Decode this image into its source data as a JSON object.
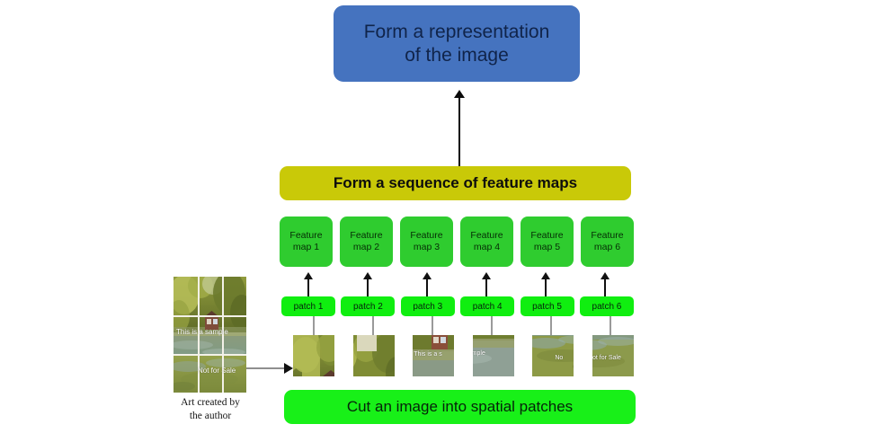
{
  "diagram": {
    "title_box": {
      "line1": "Form a representation",
      "line2": "of the image",
      "color": "#4573BF"
    },
    "sequence_bar": {
      "label": "Form a sequence of feature maps",
      "color": "#C9C908"
    },
    "cut_bar": {
      "label": "Cut an image into spatial patches",
      "color": "#18F018"
    },
    "feature_maps": [
      {
        "line1": "Feature",
        "line2": "map 1"
      },
      {
        "line1": "Feature",
        "line2": "map 2"
      },
      {
        "line1": "Feature",
        "line2": "map 3"
      },
      {
        "line1": "Feature",
        "line2": "map 4"
      },
      {
        "line1": "Feature",
        "line2": "map 5"
      },
      {
        "line1": "Feature",
        "line2": "map 6"
      }
    ],
    "feature_map_color": "#2FCC2F",
    "patches": [
      {
        "label": "patch 1"
      },
      {
        "label": "patch 2"
      },
      {
        "label": "patch 3"
      },
      {
        "label": "patch 4"
      },
      {
        "label": "patch 5"
      },
      {
        "label": "patch 6"
      }
    ],
    "patch_label_color": "#10EE10",
    "source_image": {
      "caption_line1": "Art created by",
      "caption_line2": "the author",
      "watermark_top": "This is a sample",
      "watermark_bottom": "Not for Sale"
    }
  }
}
